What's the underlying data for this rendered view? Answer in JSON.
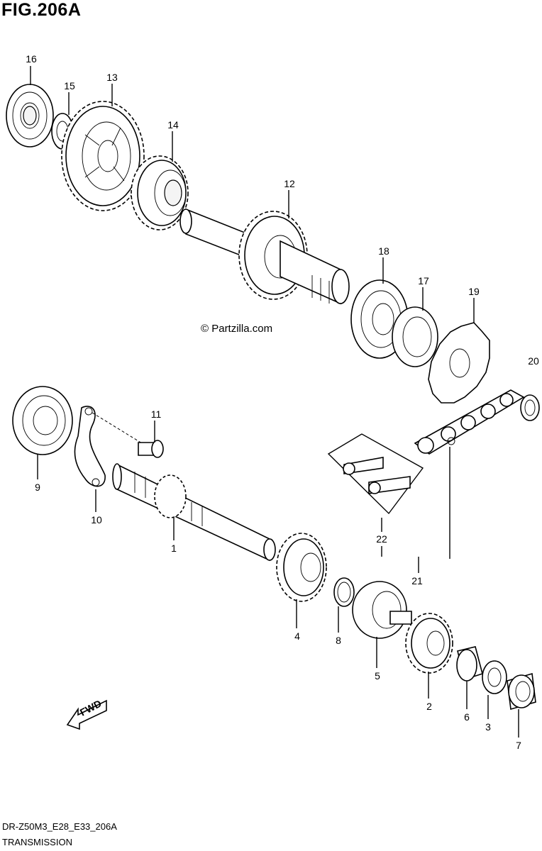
{
  "figure": {
    "title": "FIG.206A",
    "watermark": "© Partzilla.com",
    "code": "DR-Z50M3_E28_E33_206A",
    "section": "TRANSMISSION",
    "direction_label": "FWD"
  },
  "callouts": [
    "1",
    "2",
    "3",
    "4",
    "5",
    "6",
    "7",
    "8",
    "9",
    "10",
    "11",
    "12",
    "13",
    "14",
    "15",
    "16",
    "17",
    "18",
    "19",
    "20",
    "21",
    "22"
  ]
}
